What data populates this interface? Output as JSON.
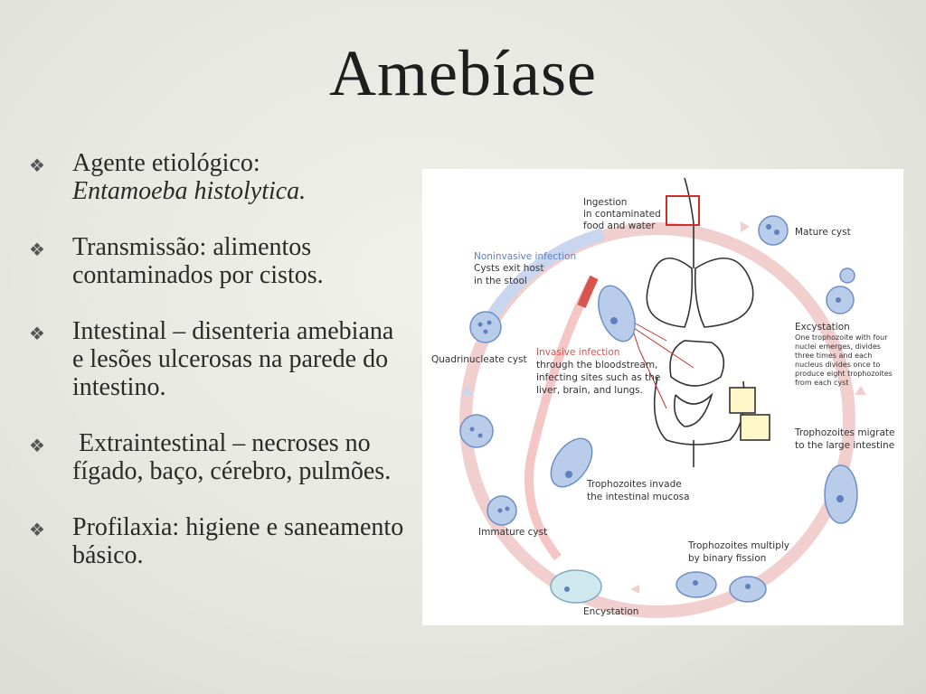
{
  "slide": {
    "title": "Amebíase",
    "bullets": [
      {
        "marker": "❖",
        "text": "Agente etiológico:",
        "italic": "Entamoeba histolytica."
      },
      {
        "marker": "❖",
        "text": "Transmissão: alimentos contaminados por cistos."
      },
      {
        "marker": "❖",
        "text": "Intestinal – disenteria amebiana e lesões ulcerosas na parede do intestino."
      },
      {
        "marker": "❖",
        "text": " Extraintestinal – necroses no fígado, baço, cérebro, pulmões."
      },
      {
        "marker": "❖",
        "text": "Profilaxia: higiene e saneamento básico."
      }
    ]
  },
  "diagram": {
    "ingestion": [
      "Ingestion",
      "in contaminated",
      "food and water"
    ],
    "mature_cyst": "Mature cyst",
    "excystation_title": "Excystation",
    "excystation_desc": [
      "One trophozoite with four",
      "nuclei emerges, divides",
      "three times and each",
      "nucleus divides once to",
      "produce eight trophozoites",
      "from each cyst"
    ],
    "migrate": [
      "Trophozoites  migrate",
      "to the large intestine"
    ],
    "multiply": [
      "Trophozoites multiply",
      "by binary fission"
    ],
    "encystation": "Encystation",
    "immature_cyst": "Immature cyst",
    "invade": [
      "Trophozoites invade",
      "the intestinal mucosa"
    ],
    "quadrinucleate": "Quadrinucleate cyst",
    "noninvasive_title": "Noninvasive infection",
    "noninvasive_desc": [
      "Cysts exit host",
      "in the stool"
    ],
    "invasive_title": "Invasive infection",
    "invasive_desc": [
      "through the bloodstream,",
      "infecting sites such as the",
      "liver, brain, and lungs."
    ]
  }
}
